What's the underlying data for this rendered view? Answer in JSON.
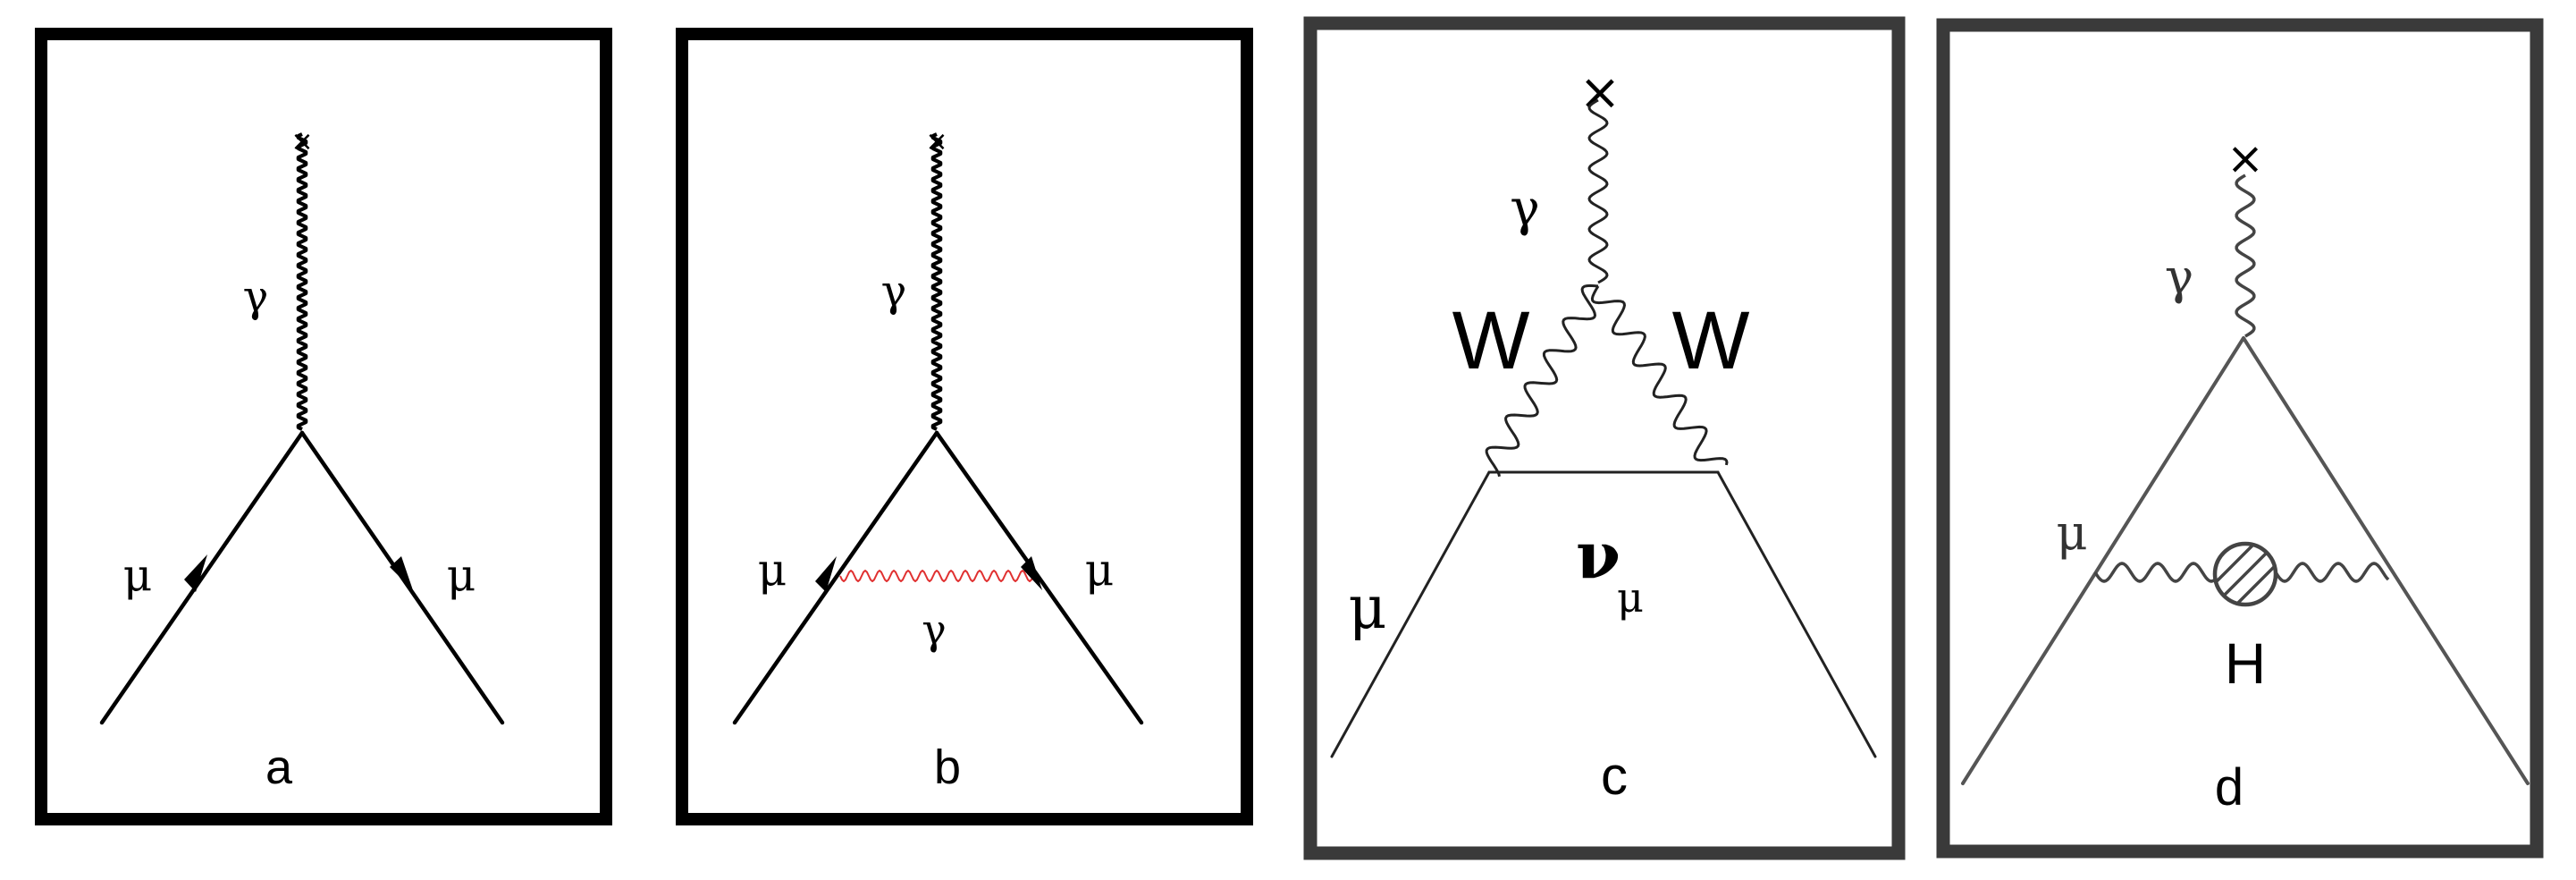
{
  "panels": [
    {
      "caption": "a",
      "labels": {
        "boson": "γ",
        "fermion_left": "μ",
        "fermion_right": "μ"
      }
    },
    {
      "caption": "b",
      "labels": {
        "boson": "γ",
        "fermion_left": "μ",
        "fermion_right": "μ",
        "loop_boson": "γ"
      },
      "loop_color": "#e03030"
    },
    {
      "caption": "c",
      "labels": {
        "boson": "γ",
        "w_left": "W",
        "w_right": "W",
        "fermion_left": "μ",
        "neutrino": "ν",
        "neutrino_sub": "μ"
      }
    },
    {
      "caption": "d",
      "labels": {
        "boson": "γ",
        "fermion_left": "μ",
        "loop_particle": "H"
      }
    }
  ]
}
